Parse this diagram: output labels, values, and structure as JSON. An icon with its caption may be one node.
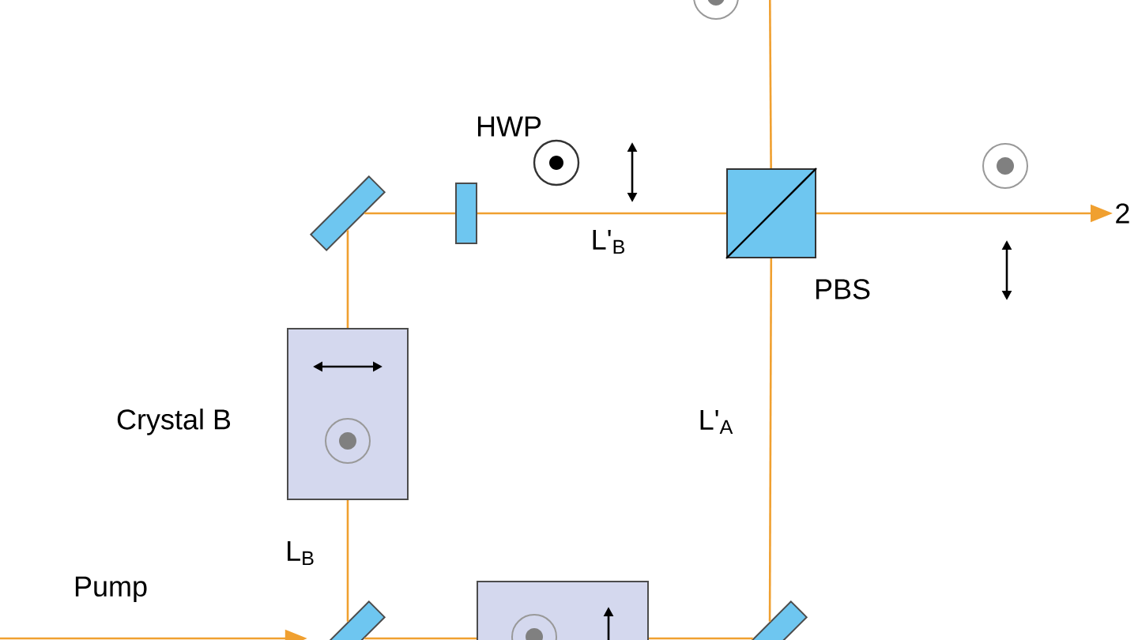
{
  "diagram": {
    "nodes": [
      {
        "text": [],
        "shape": "bar"
      },
      {
        "text": [
          "HWP"
        ]
      },
      {
        "text": [
          "PBS"
        ]
      },
      {
        "text": [
          "2"
        ]
      },
      {
        "text": [
          "Crystal B"
        ]
      },
      {
        "text": [],
        "shape": "bar"
      },
      {
        "text": [],
        "shape": "box"
      },
      {
        "text": [],
        "shape": "bar"
      }
    ],
    "edges": [
      {
        "from": null,
        "to": 5,
        "arrow": "to"
      },
      {
        "from": 5,
        "to": 4,
        "arrow": "none",
        "label": "L$_{B}$"
      },
      {
        "from": 4,
        "to": 0,
        "arrow": "none"
      },
      {
        "from": 0,
        "to": 1,
        "arrow": "none"
      },
      {
        "from": 1,
        "to": 2,
        "arrow": "none",
        "label": "L'$_{B}$"
      },
      {
        "from": 2,
        "to": 3,
        "arrow": "to"
      },
      {
        "from": 5,
        "to": 6,
        "arrow": "none"
      },
      {
        "from": 6,
        "to": 7,
        "arrow": "none"
      },
      {
        "from": 7,
        "to": 2,
        "arrow": "none",
        "label": "L'$_{A}$"
      },
      {
        "from": 2,
        "to": null,
        "arrow": "none"
      }
    ],
    "labels": [
      "Pump"
    ]
  }
}
